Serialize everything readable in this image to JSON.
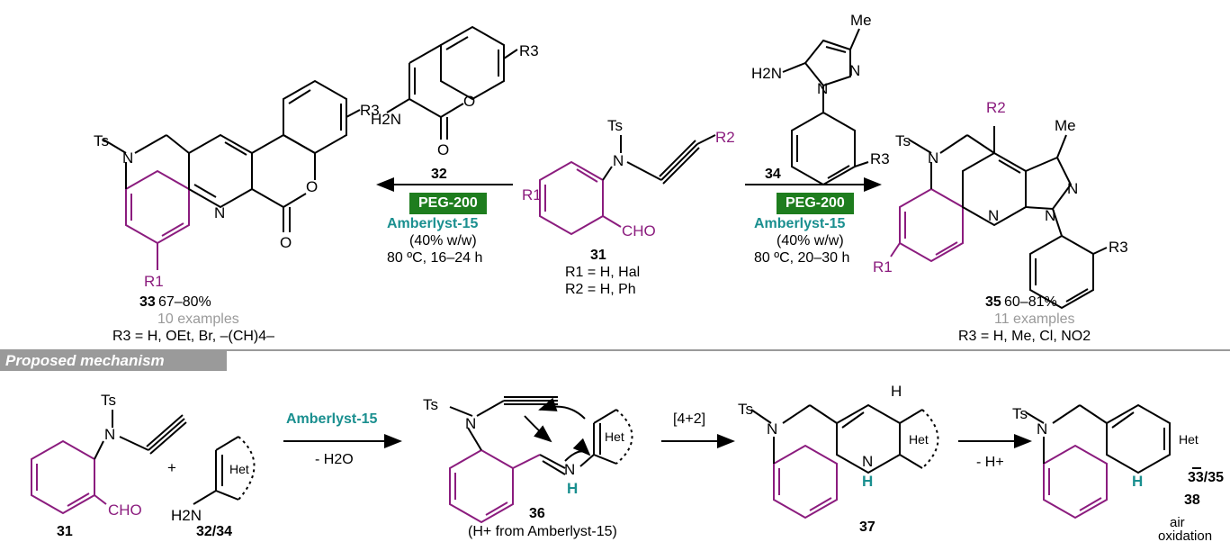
{
  "colors": {
    "purple": "#8b1c7e",
    "teal": "#1a8f8f",
    "green": "#1e7d1e",
    "gray": "#9a9a9a"
  },
  "top": {
    "ts": "Ts",
    "n": "N",
    "o": "O",
    "me": "Me",
    "het": "Het",
    "cho": "CHO",
    "h2n": "H2N",
    "r1": "R1",
    "r2": "R2",
    "r3": "R3",
    "cmpd31": {
      "num": "31",
      "r1": "R1 = H, Hal",
      "r2": "R2 = H, Ph"
    },
    "cmpd32": "32",
    "cmpd34": "34",
    "left_conditions": {
      "solvent": "PEG-200",
      "catalyst": "Amberlyst-15",
      "loading": "(40% w/w)",
      "temp": "80 ºC, 16–24 h"
    },
    "right_conditions": {
      "solvent": "PEG-200",
      "catalyst": "Amberlyst-15",
      "loading": "(40% w/w)",
      "temp": "80 ºC, 20–30 h"
    },
    "product33": {
      "num": "33",
      "yield": " 67–80%",
      "examples": "10 examples",
      "scope": "R3 = H, OEt, Br, –(CH)4–"
    },
    "product35": {
      "num": "35",
      "yield": " 60–81%",
      "examples": "11 examples",
      "scope": "R3 = H, Me, Cl, NO2"
    }
  },
  "mechanism": {
    "tag": "Proposed mechanism",
    "plus": "+",
    "cmpd31": "31",
    "cmpd3234": "32/34",
    "amberlyst": "Amberlyst-15",
    "minus_water": "- H2O",
    "cmpd36": "36",
    "h_source": "(H+ from Amberlyst-15)",
    "cycloaddition": "[4+2]",
    "cmpd37": "37",
    "minus_h": "- H+",
    "cmpd38": "38",
    "air": "air",
    "oxidation": "oxidation",
    "final": "33/35",
    "h": "H"
  }
}
